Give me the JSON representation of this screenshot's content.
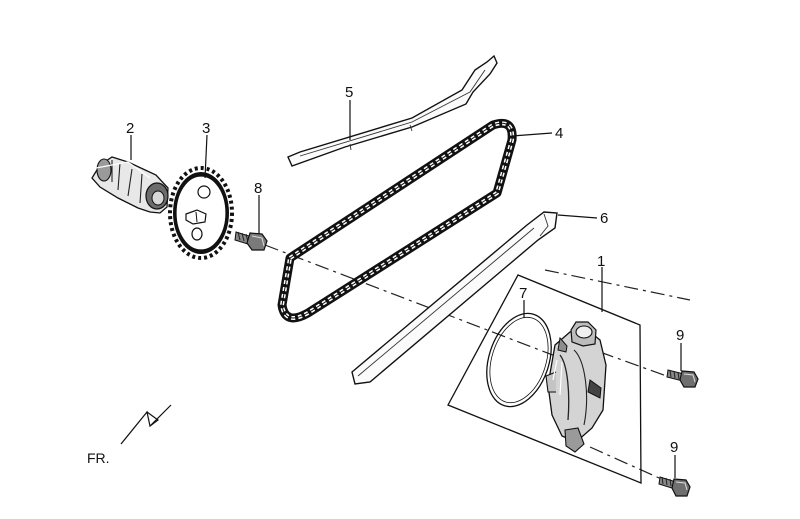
{
  "callouts": {
    "c1": "1",
    "c2": "2",
    "c3": "3",
    "c4": "4",
    "c5": "5",
    "c6": "6",
    "c7": "7",
    "c8": "8",
    "c9a": "9",
    "c9b": "9"
  },
  "direction": {
    "label": "FR."
  }
}
